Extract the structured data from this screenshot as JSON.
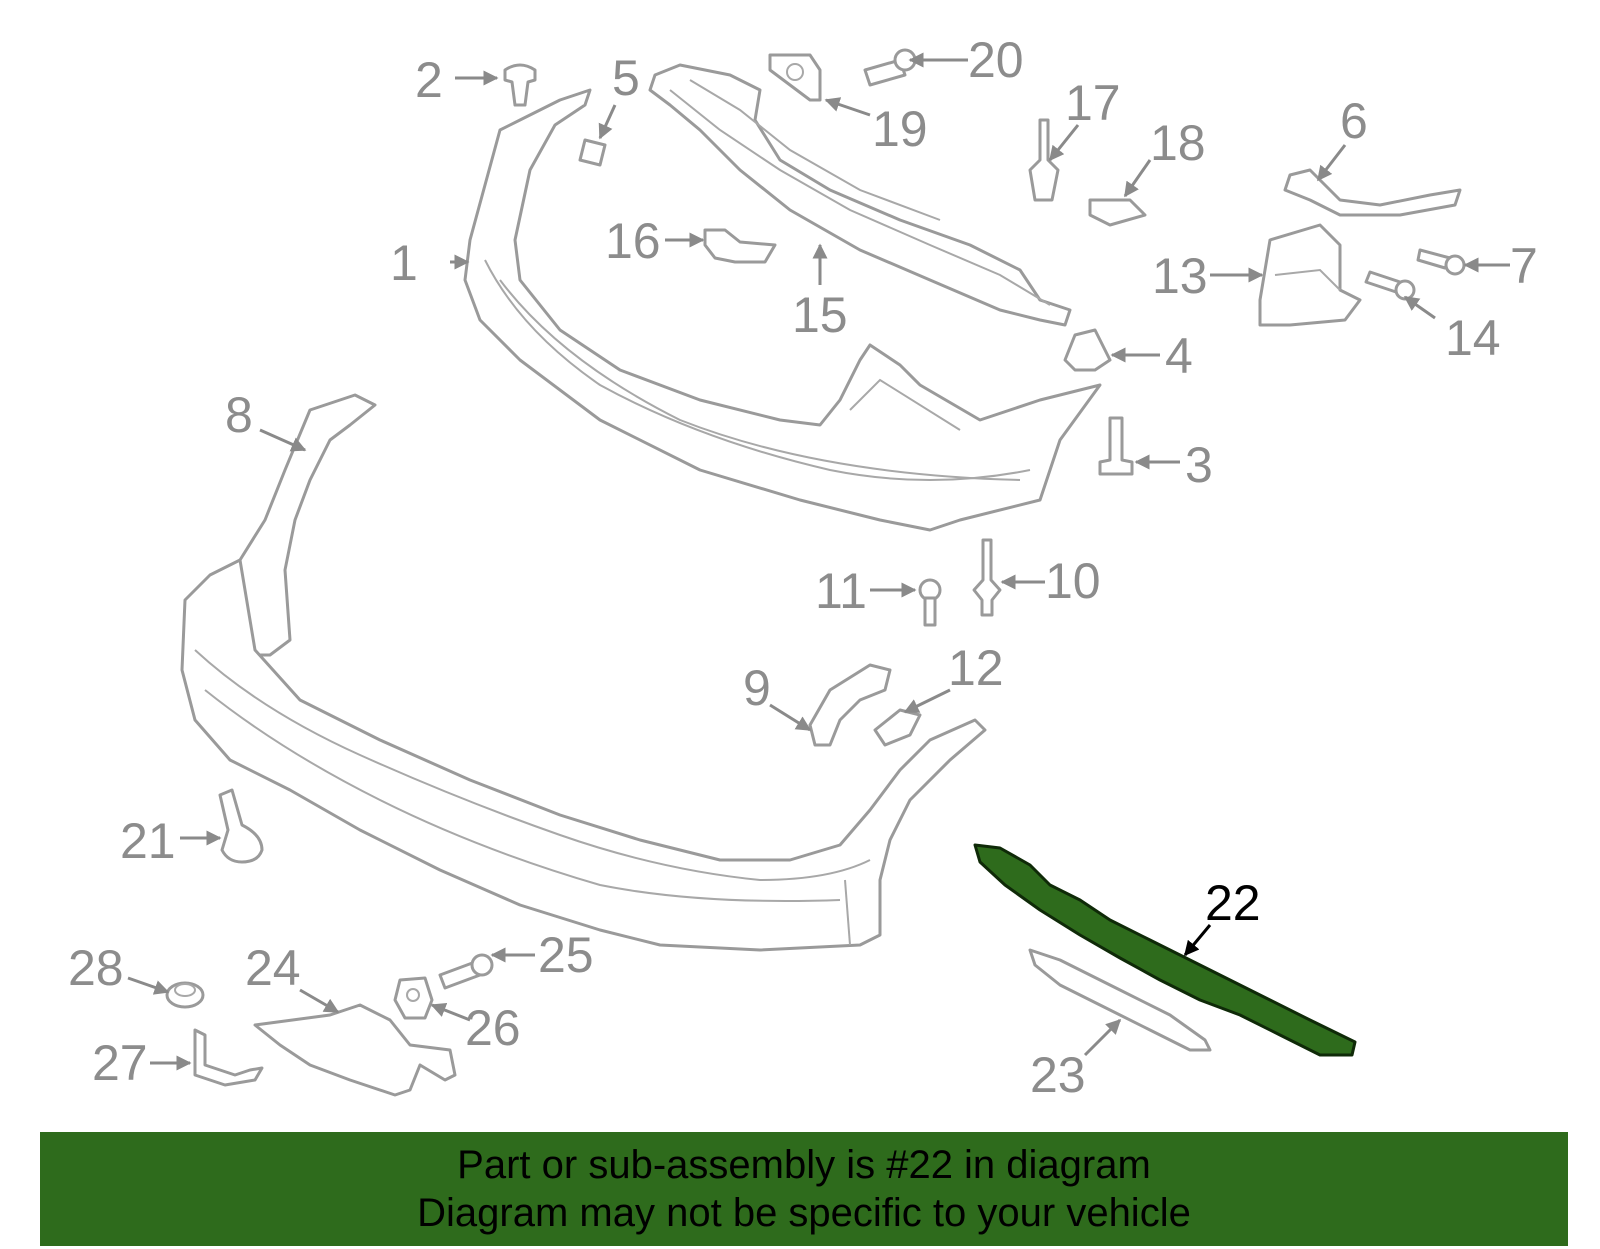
{
  "highlight": {
    "part": "22",
    "color": "#2e6b1c"
  },
  "callouts": [
    "1",
    "2",
    "3",
    "4",
    "5",
    "6",
    "7",
    "8",
    "9",
    "10",
    "11",
    "12",
    "13",
    "14",
    "15",
    "16",
    "17",
    "18",
    "19",
    "20",
    "21",
    "22",
    "23",
    "24",
    "25",
    "26",
    "27",
    "28"
  ],
  "banner": {
    "line1": "Part or sub-assembly is #22 in diagram",
    "line2": "Diagram may not be specific to your vehicle"
  }
}
